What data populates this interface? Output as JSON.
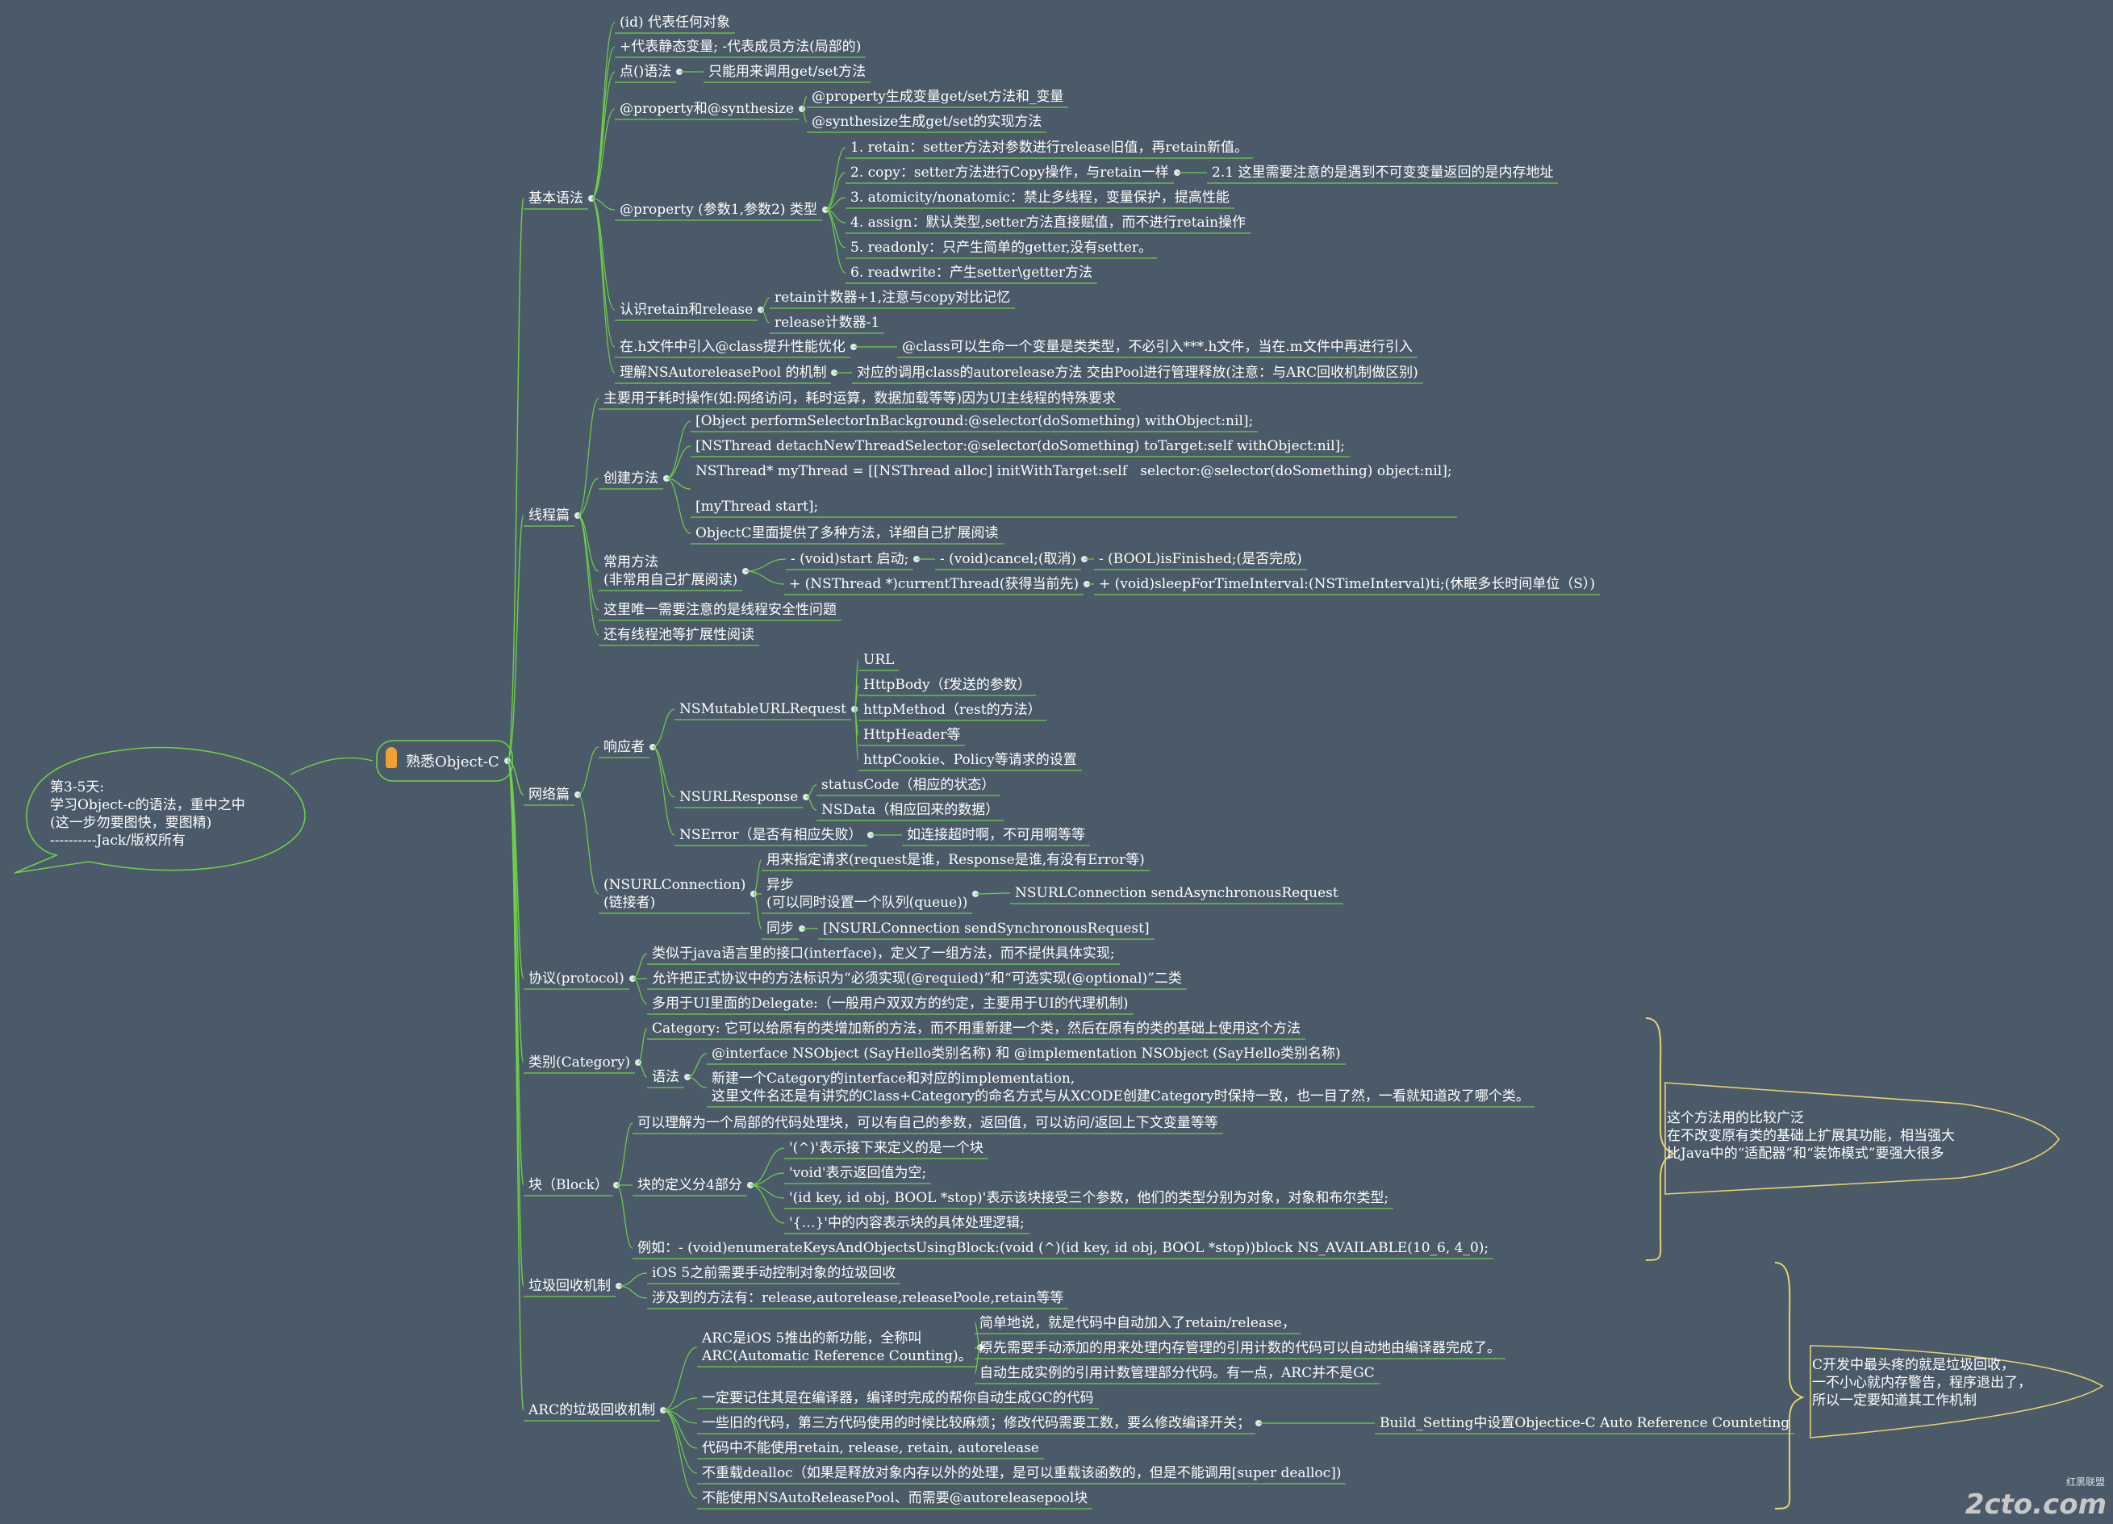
{
  "note": "第3-5天:\n学习Object-c的语法，重中之中\n(这一步勿要图快，要图精)\n----------Jack/版权所有",
  "center": "熟悉Object-C",
  "branches": {
    "basic": "基本语法",
    "thread": "线程篇",
    "network": "网络篇",
    "protocol": "协议(protocol)",
    "category": "类别(Category)",
    "block": "块（Block）",
    "gc": "垃圾回收机制",
    "arc": "ARC的垃圾回收机制"
  },
  "basic": {
    "id": "(id) 代表任何对象",
    "plusminus": "+代表静态变量;  -代表成员方法(局部的)",
    "dot": "点()语法",
    "dot_c": "只能用来调用get/set方法",
    "prop_syn": "@property和@synthesize",
    "prop_syn_c1": "@property生成变量get/set方法和_变量",
    "prop_syn_c2": "@synthesize生成get/set的实现方法",
    "prop_params": "@property (参数1,参数2) 类型",
    "p1": "1. retain：setter方法对参数进行release旧值，再retain新值。",
    "p2": "2. copy：setter方法进行Copy操作，与retain一样",
    "p2_c": "2.1 这里需要注意的是遇到不可变变量返回的是内存地址",
    "p3": "3. atomicity/nonatomic：禁止多线程，变量保护，提高性能",
    "p4": "4. assign：默认类型,setter方法直接赋值，而不进行retain操作",
    "p5": "5. readonly：只产生简单的getter,没有setter。",
    "p6": "6. readwrite：产生setter\\getter方法",
    "retain": "认识retain和release",
    "retain_c1": "retain计数器+1,注意与copy对比记忆",
    "retain_c2": "release计数器-1",
    "hfile": "在.h文件中引入@class提升性能优化",
    "hfile_c": "@class可以生命一个变量是类类型，不必引入***.h文件，当在.m文件中再进行引入",
    "pool": "理解NSAutoreleasePool 的机制",
    "pool_c": "对应的调用class的autorelease方法 交由Pool进行管理释放(注意：与ARC回收机制做区别)"
  },
  "thread": {
    "intro": "主要用于耗时操作(如:网络访问，耗时运算，数据加载等等)因为UI主线程的特殊要求",
    "create": "创建方法",
    "c1": "[Object performSelectorInBackground:@selector(doSomething) withObject:nil];",
    "c2": "[NSThread detachNewThreadSelector:@selector(doSomething) toTarget:self withObject:nil];",
    "c3": "NSThread* myThread = [[NSThread alloc] initWithTarget:self   selector:@selector(doSomething) object:nil];\n\n[myThread start];",
    "c4": "ObjectC里面提供了多种方法，详细自己扩展阅读",
    "common": "常用方法\n(非常用自己扩展阅读)",
    "m1": "- (void)start 启动;",
    "m2": "- (void)cancel;(取消)",
    "m3": "- (BOOL)isFinished;(是否完成)",
    "m4": "+ (NSThread *)currentThread(获得当前先)",
    "m5": "+ (void)sleepForTimeInterval:(NSTimeInterval)ti;(休眠多长时间单位（S）)",
    "safety": "这里唯一需要注意的是线程安全性问题",
    "pool": "还有线程池等扩展性阅读"
  },
  "network": {
    "responder": "响应者",
    "req": "NSMutableURLRequest",
    "req_items": [
      "URL",
      "HttpBody（f发送的参数）",
      "httpMethod（rest的方法）",
      "HttpHeader等",
      "httpCookie、Policy等请求的设置"
    ],
    "resp": "NSURLResponse",
    "resp_items": [
      "statusCode（相应的状态）",
      "NSData（相应回来的数据）"
    ],
    "error": "NSError（是否有相应失败）",
    "error_c": "如连接超时啊，不可用啊等等",
    "conn": "(NSURLConnection)\n(链接者)",
    "conn_c1": "用来指定请求(request是谁，Response是谁,有没有Error等)",
    "async": "异步\n(可以同时设置一个队列(queue))",
    "async_c": "NSURLConnection sendAsynchronousRequest",
    "sync": "同步",
    "sync_c": "[NSURLConnection sendSynchronousRequest]"
  },
  "protocol": {
    "items": [
      "类似于java语言里的接口(interface)，定义了一组方法，而不提供具体实现;",
      "允许把正式协议中的方法标识为“必须实现(@requied)”和“可选实现(@optional)”二类",
      "多用于UI里面的Delegate:（一般用户双双方的约定，主要用于UI的代理机制)"
    ]
  },
  "category": {
    "intro": "Category: 它可以给原有的类增加新的方法，而不用重新建一个类，然后在原有的类的基础上使用这个方法",
    "syntax": "语法",
    "s1": "@interface NSObject (SayHello类别名称)   和   @implementation NSObject (SayHello类别名称)",
    "s2": "新建一个Category的interface和对应的implementation,\n这里文件名还是有讲究的Class+Category的命名方式与从XCODE创建Category时保持一致，也一目了然，一看就知道改了哪个类。"
  },
  "block": {
    "intro": "可以理解为一个局部的代码处理块，可以有自己的参数，返回值，可以访问/返回上下文变量等等",
    "def": "块的定义分4部分",
    "d1": "'(^)'表示接下来定义的是一个块",
    "d2": "'void'表示返回值为空;",
    "d3": "'(id key, id obj, BOOL *stop)'表示该块接受三个参数，他们的类型分别为对象，对象和布尔类型;",
    "d4": "'{…}'中的内容表示块的具体处理逻辑;",
    "example": "例如：- (void)enumerateKeysAndObjectsUsingBlock:(void (^)(id key, id obj, BOOL *stop))block NS_AVAILABLE(10_6, 4_0);"
  },
  "gc": {
    "items": [
      "iOS 5之前需要手动控制对象的垃圾回收",
      "涉及到的方法有：release,autorelease,releasePoole,retain等等"
    ]
  },
  "arc": {
    "what": "ARC是iOS 5推出的新功能，全称叫\nARC(Automatic Reference Counting)。",
    "w1": "简单地说，就是代码中自动加入了retain/release，",
    "w2": "原先需要手动添加的用来处理内存管理的引用计数的代码可以自动地由编译器完成了。",
    "w3": "自动生成实例的引用计数管理部分代码。有一点，ARC并不是GC",
    "a2": "一定要记住其是在编译器，编译时完成的帮你自动生成GC的代码",
    "a3": "一些旧的代码，第三方代码使用的时候比较麻烦；修改代码需要工数，要么修改编译开关；",
    "a3_c": "Build_Setting中设置Objectice-C Auto Reference Counteting",
    "a4": "代码中不能使用retain, release, retain, autorelease",
    "a5": "不重载dealloc（如果是释放对象内存以外的处理，是可以重载该函数的，但是不能调用[super dealloc])",
    "a6": "不能使用NSAutoReleasePool、而需要@autoreleasepool块"
  },
  "callouts": {
    "category": "这个方法用的比较广泛\n在不改变原有类的基础上扩展其功能，相当强大\n比Java中的“适配器”和“装饰模式”要强大很多",
    "arc": "C开发中最头疼的就是垃圾回收，\n一不小心就内存警告，程序退出了，\n所以一定要知道其工作机制"
  },
  "watermark": "2cto.com",
  "watermark_sub": "红黑联盟"
}
